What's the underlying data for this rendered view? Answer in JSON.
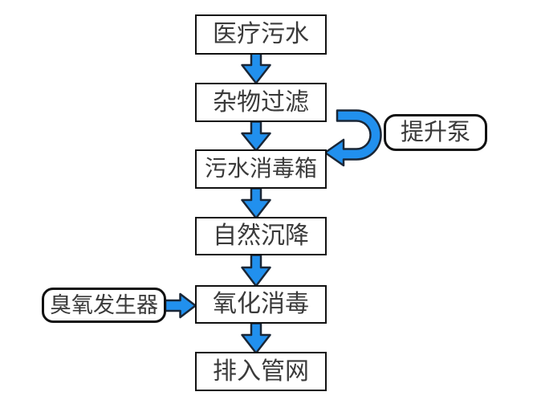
{
  "diagram": {
    "nodes": {
      "medical_sewage": {
        "label": "医疗污水",
        "shape": "rect"
      },
      "debris_filter": {
        "label": "杂物过滤",
        "shape": "rect"
      },
      "sewage_disinfection_tank": {
        "label": "污水消毒箱",
        "shape": "rect"
      },
      "natural_settling": {
        "label": "自然沉降",
        "shape": "rect"
      },
      "oxidation_disinfection": {
        "label": "氧化消毒",
        "shape": "rect"
      },
      "discharge_to_pipe_network": {
        "label": "排入管网",
        "shape": "rect"
      },
      "lift_pump": {
        "label": "提升泵",
        "shape": "rounded"
      },
      "ozone_generator": {
        "label": "臭氧发生器",
        "shape": "rounded"
      }
    },
    "edges": [
      {
        "from": "medical_sewage",
        "to": "debris_filter",
        "style": "straight-down"
      },
      {
        "from": "debris_filter",
        "to": "sewage_disinfection_tank",
        "style": "straight-down"
      },
      {
        "from": "debris_filter",
        "to": "sewage_disinfection_tank",
        "style": "u-turn-left",
        "annotated_by": "lift_pump"
      },
      {
        "from": "sewage_disinfection_tank",
        "to": "natural_settling",
        "style": "straight-down"
      },
      {
        "from": "natural_settling",
        "to": "oxidation_disinfection",
        "style": "straight-down"
      },
      {
        "from": "ozone_generator",
        "to": "oxidation_disinfection",
        "style": "straight-right"
      },
      {
        "from": "oxidation_disinfection",
        "to": "discharge_to_pipe_network",
        "style": "straight-down"
      }
    ],
    "colors": {
      "arrow_fill": "#2190ee",
      "arrow_outline": "#1a2737",
      "box_border": "#111111",
      "text_color": "#3a3a3a",
      "bg": "#ffffff"
    }
  }
}
